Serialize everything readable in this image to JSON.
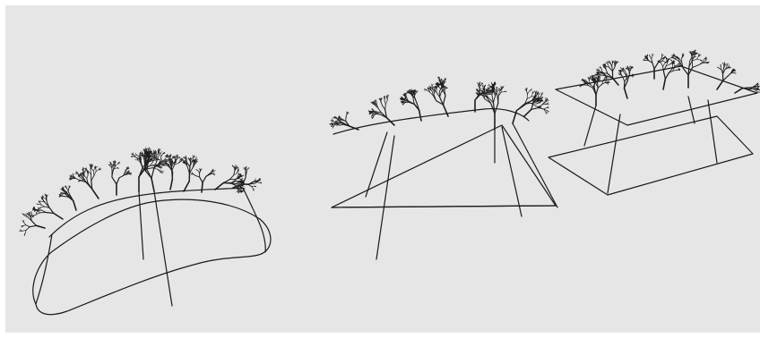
{
  "figure": {
    "background_color": "#e6e6e6",
    "border_color": "#ffffff",
    "line_color": "#1a1a1a",
    "panels": [
      {
        "id": "curved-canopy",
        "frame": "curved-loop-base",
        "tree_density": "dense"
      },
      {
        "id": "triangular-canopy",
        "frame": "triangular-base",
        "tree_density": "dense"
      },
      {
        "id": "rectangular-canopy",
        "frame": "rectangular-base",
        "tree_density": "dense"
      }
    ]
  }
}
